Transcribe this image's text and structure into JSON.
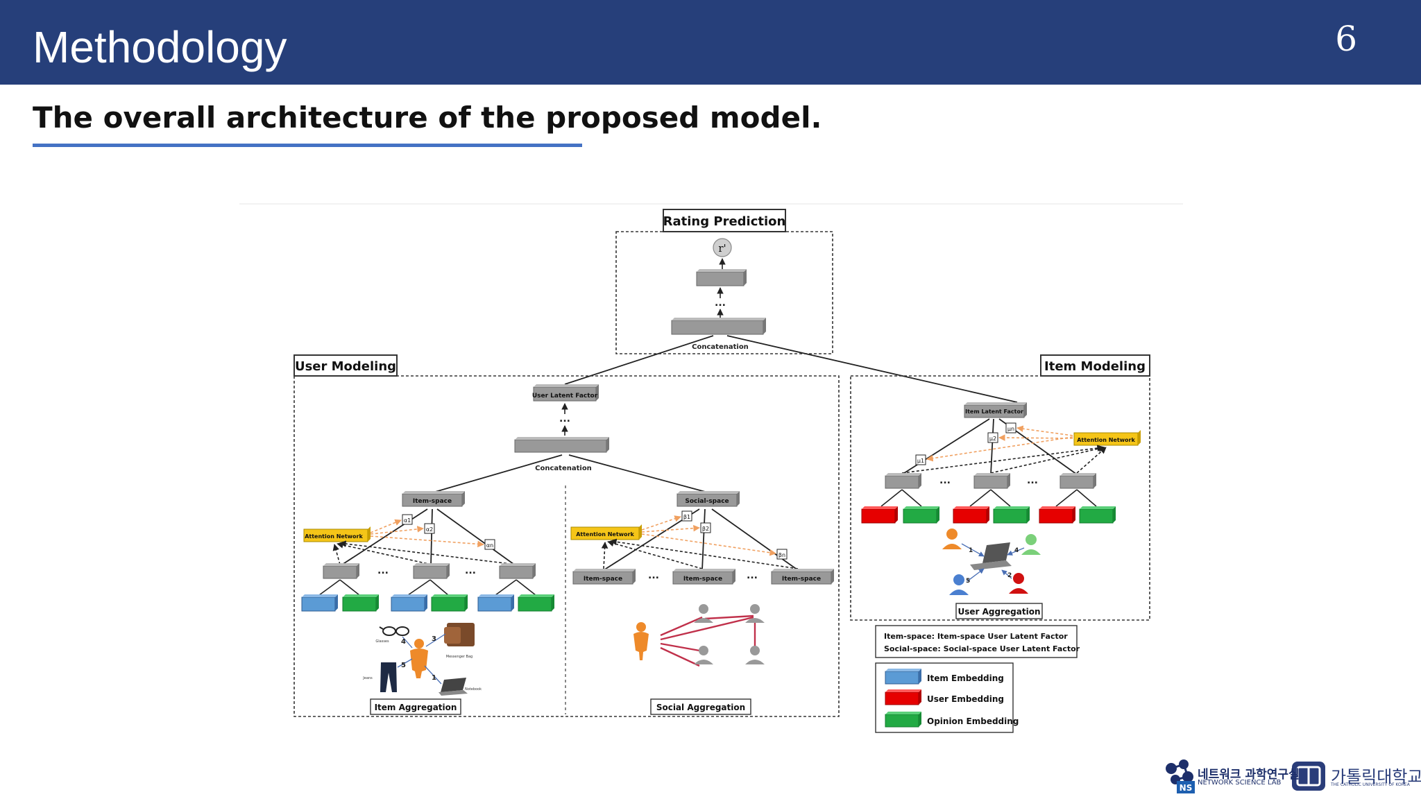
{
  "header": {
    "title": "Methodology",
    "page_number": "6"
  },
  "subtitle": "The overall architecture of the proposed model.",
  "colors": {
    "header_bg": "#263f7a",
    "underline": "#4472c4",
    "item_embedding": "#5b9bd5",
    "user_embedding": "#e60000",
    "opinion_embedding": "#22aa44",
    "attention_network": "#f5c518",
    "attention_arrow": "#f0a060"
  },
  "diagram": {
    "rating_prediction": {
      "title": "Rating Prediction",
      "output": "r'",
      "concat_label": "Concatenation",
      "dots": "..."
    },
    "user_modeling": {
      "title": "User Modeling",
      "latent_label": "User Latent Factor",
      "concat_label": "Concatenation",
      "item_space_label": "Item-space",
      "social_space_label": "Social-space",
      "attention_label": "Attention Network",
      "alpha_labels": [
        "α1",
        "α2",
        "αn"
      ],
      "beta_labels": [
        "β1",
        "β2",
        "βn"
      ],
      "dots": "...",
      "item_aggregation": {
        "title": "Item Aggregation",
        "items": [
          "Glasses",
          "Messenger Bag",
          "Jeans",
          "Notebook"
        ],
        "ratings": [
          "4",
          "3",
          "5",
          "1"
        ]
      },
      "social_aggregation": {
        "title": "Social  Aggregation",
        "item_space_nodes": [
          "Item-space",
          "Item-space",
          "Item-space"
        ]
      }
    },
    "item_modeling": {
      "title": "Item Modeling",
      "latent_label": "Item Latent Factor",
      "attention_label": "Attention Network",
      "mu_labels": [
        "μ1",
        "μ2",
        "μn"
      ],
      "dots": "...",
      "user_aggregation": {
        "title": "User Aggregation",
        "ratings": [
          "1",
          "4",
          "5",
          "2"
        ]
      }
    },
    "definitions": [
      "Item-space:  Item-space User Latent Factor",
      "Social-space: Social-space User Latent Factor"
    ],
    "legend": [
      "Item Embedding",
      "User Embedding",
      "Opinion Embedding"
    ]
  },
  "footer": {
    "lab_name_korean": "네트워크 과학연구실",
    "lab_name_english": "NETWORK SCIENCE LAB",
    "lab_badge": "NS",
    "university_korean": "가톨릭대학교",
    "university_english": "THE CATHOLIC UNIVERSITY OF KOREA"
  }
}
